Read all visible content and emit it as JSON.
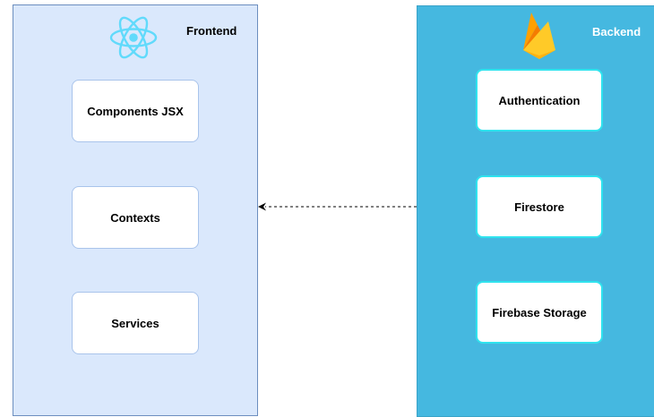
{
  "frontend": {
    "title": "Frontend",
    "boxes": [
      "Components JSX",
      "Contexts",
      "Services"
    ]
  },
  "backend": {
    "title": "Backend",
    "boxes": [
      "Authentication",
      "Firestore",
      "Firebase Storage"
    ]
  },
  "icons": {
    "frontend": "react-logo-icon",
    "backend": "firebase-logo-icon"
  },
  "connector": {
    "from": "backend",
    "to": "frontend",
    "style": "dashed"
  },
  "colors": {
    "frontend_fill": "#dae8fc",
    "frontend_stroke": "#6c8ebf",
    "backend_fill": "#45b8e0",
    "react_blue": "#61dafb",
    "firebase_yellow": "#ffca28",
    "firebase_orange": "#f57c00"
  }
}
